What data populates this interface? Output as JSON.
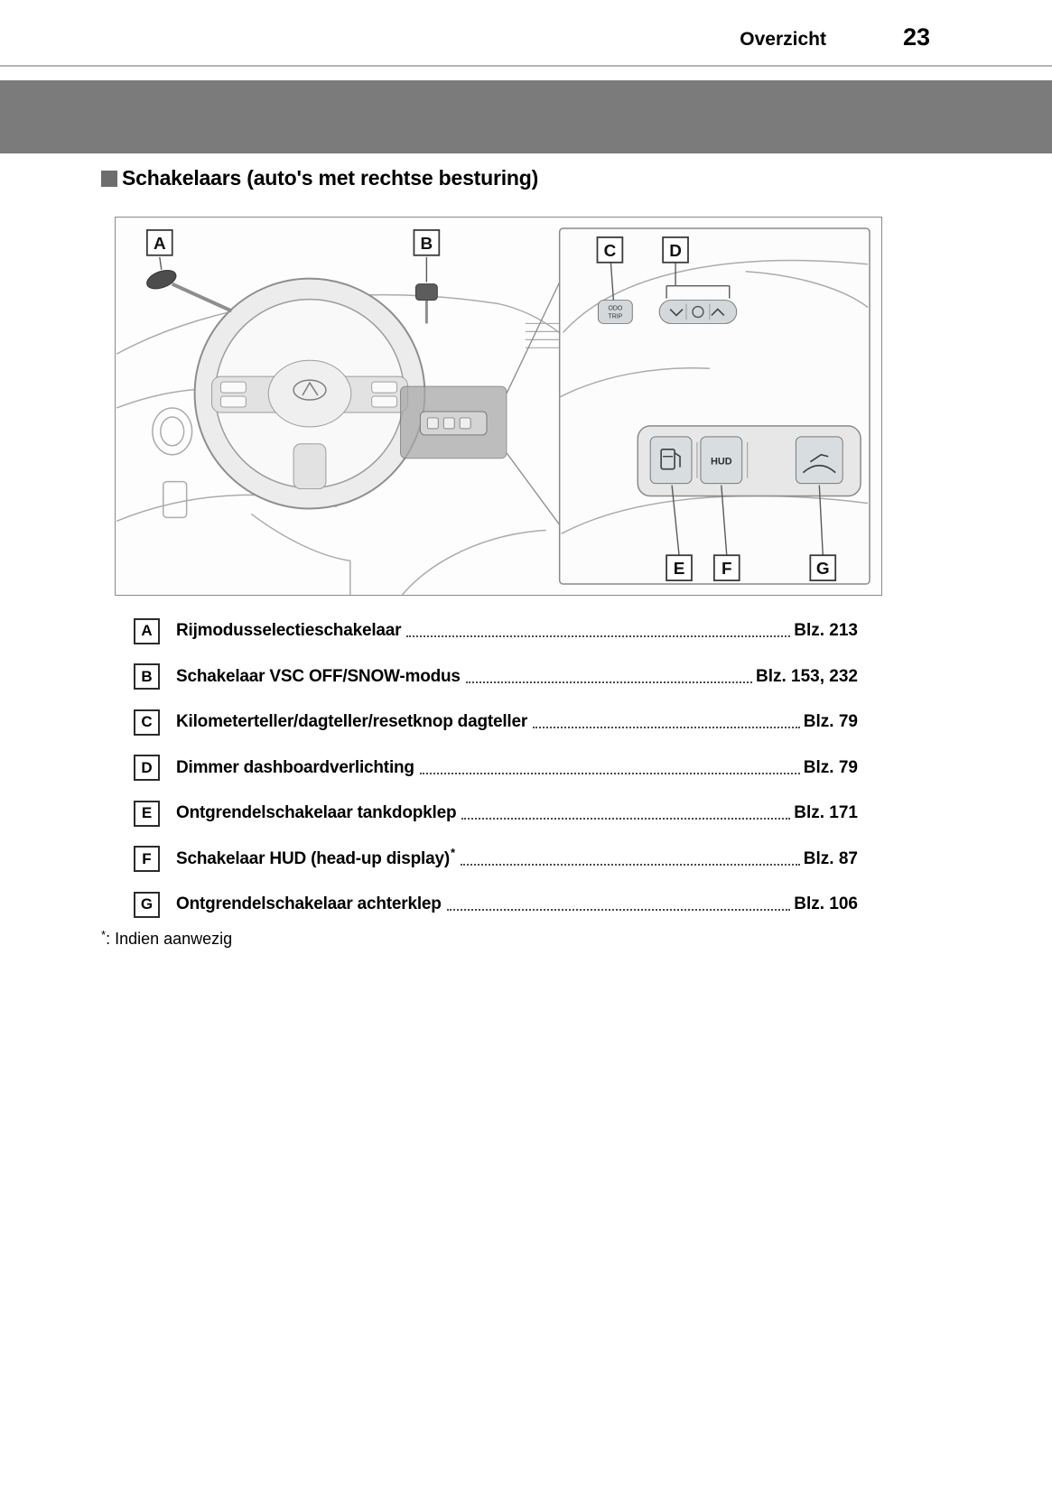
{
  "page": {
    "header": {
      "section_label": "Overzicht",
      "page_number": "23"
    },
    "banner_color": "#7b7b7b"
  },
  "section": {
    "title": "Schakelaars (auto's met rechtse besturing)"
  },
  "diagram": {
    "labels": [
      "A",
      "B",
      "C",
      "D",
      "E",
      "F",
      "G"
    ],
    "odo_button": {
      "line1": "ODO",
      "line2": "TRIP"
    },
    "hud_button_label": "HUD"
  },
  "legend": {
    "items": [
      {
        "label": "A",
        "text": "Rijmodusselectieschakelaar",
        "page": "Blz. 213"
      },
      {
        "label": "B",
        "text": "Schakelaar VSC OFF/SNOW-modus",
        "page": "Blz. 153, 232"
      },
      {
        "label": "C",
        "text": "Kilometerteller/dagteller/resetknop dagteller",
        "page": "Blz. 79"
      },
      {
        "label": "D",
        "text": "Dimmer dashboardverlichting",
        "page": "Blz. 79"
      },
      {
        "label": "E",
        "text": "Ontgrendelschakelaar tankdopklep",
        "page": "Blz. 171"
      },
      {
        "label": "F",
        "text": "Schakelaar HUD (head-up display)",
        "sup": "*",
        "page": "Blz. 87"
      },
      {
        "label": "G",
        "text": "Ontgrendelschakelaar achterklep",
        "page": "Blz. 106"
      }
    ]
  },
  "footnote": {
    "marker": "*",
    "text": ": Indien aanwezig"
  }
}
